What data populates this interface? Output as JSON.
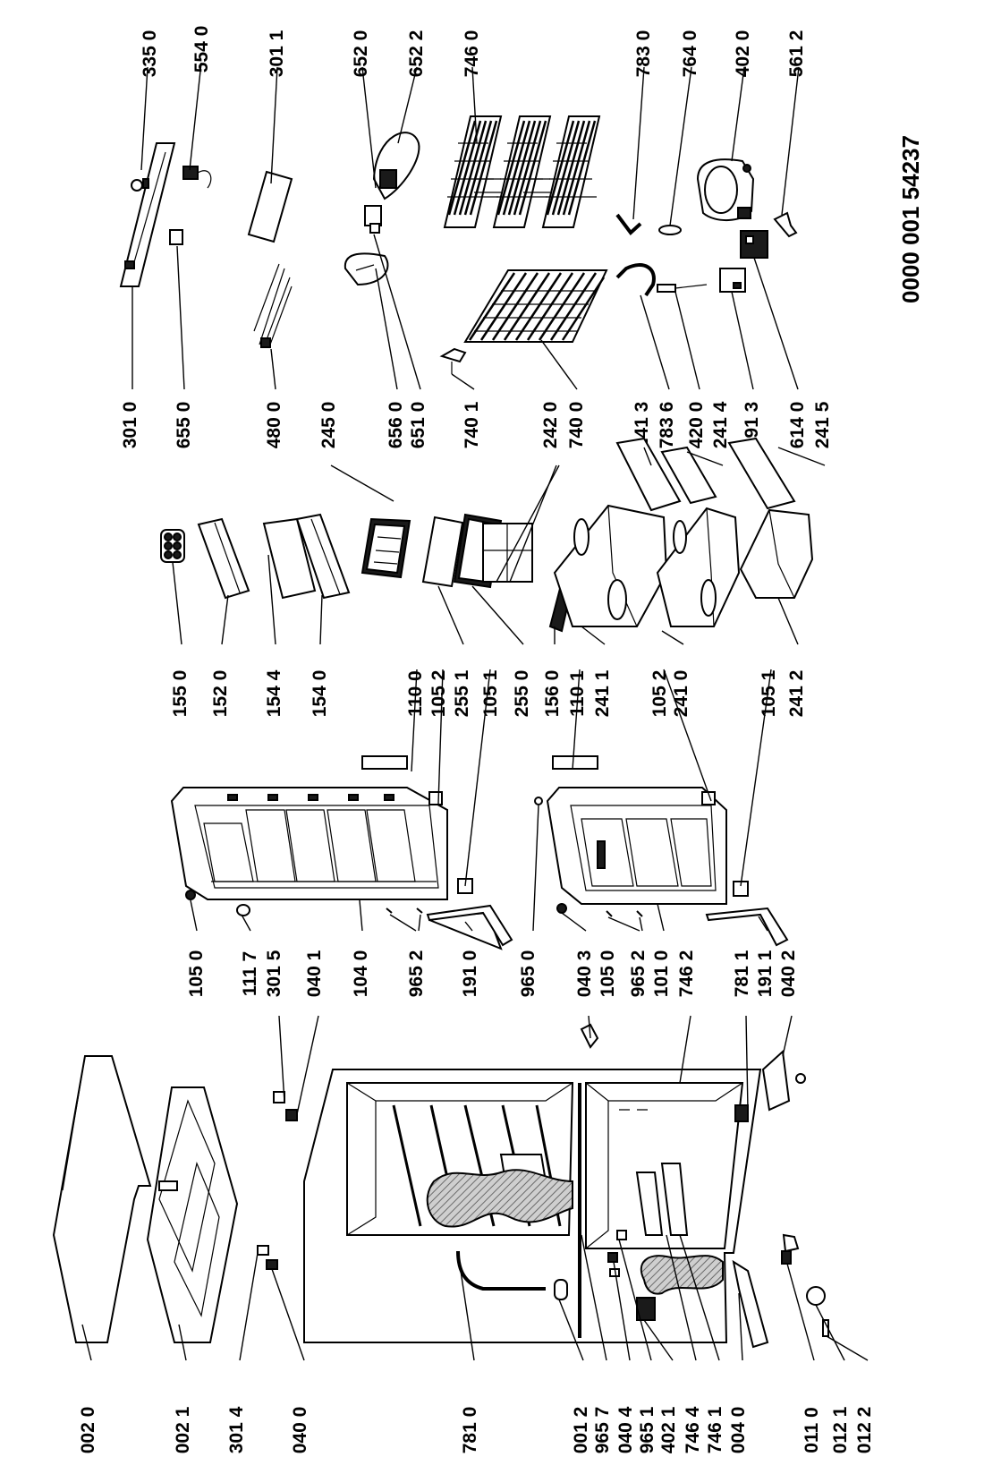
{
  "document_number": "0000 001 54237",
  "labels": {
    "top_row": [
      "335 0",
      "554 0",
      "301 1",
      "652 0",
      "652 2",
      "746 0",
      "783 0",
      "764 0",
      "402 0",
      "561 2"
    ],
    "upper_mid": [
      "301 0",
      "655 0",
      "480 0",
      "245 0",
      "656 0",
      "651 0",
      "740 1",
      "242 0",
      "740 0",
      "241 3",
      "783 6",
      "420 0",
      "241 4",
      "491 3",
      "614 0",
      "241 5"
    ],
    "mid_row": [
      "155 0",
      "152 0",
      "154 4",
      "154 0",
      "110 0",
      "105 2",
      "255 1",
      "105 1",
      "255 0",
      "156 0",
      "110 1",
      "241 1",
      "105 2",
      "241 0",
      "105 1",
      "241 2"
    ],
    "lower_mid": [
      "105 0",
      "111 7",
      "301 5",
      "040 1",
      "104 0",
      "965 2",
      "191 0",
      "965 0",
      "040 3",
      "105 0",
      "965 2",
      "101 0",
      "746 2",
      "781 1",
      "191 1",
      "040 2"
    ],
    "bottom_row": [
      "002 0",
      "002 1",
      "301 4",
      "040 0",
      "781 0",
      "001 2",
      "965 7",
      "040 4",
      "965 1",
      "402 1",
      "746 4",
      "746 1",
      "004 0",
      "011 0",
      "012 1",
      "012 2"
    ]
  },
  "colors": {
    "line": "#000000",
    "background": "#ffffff",
    "hatch": "#8a8a8a"
  }
}
